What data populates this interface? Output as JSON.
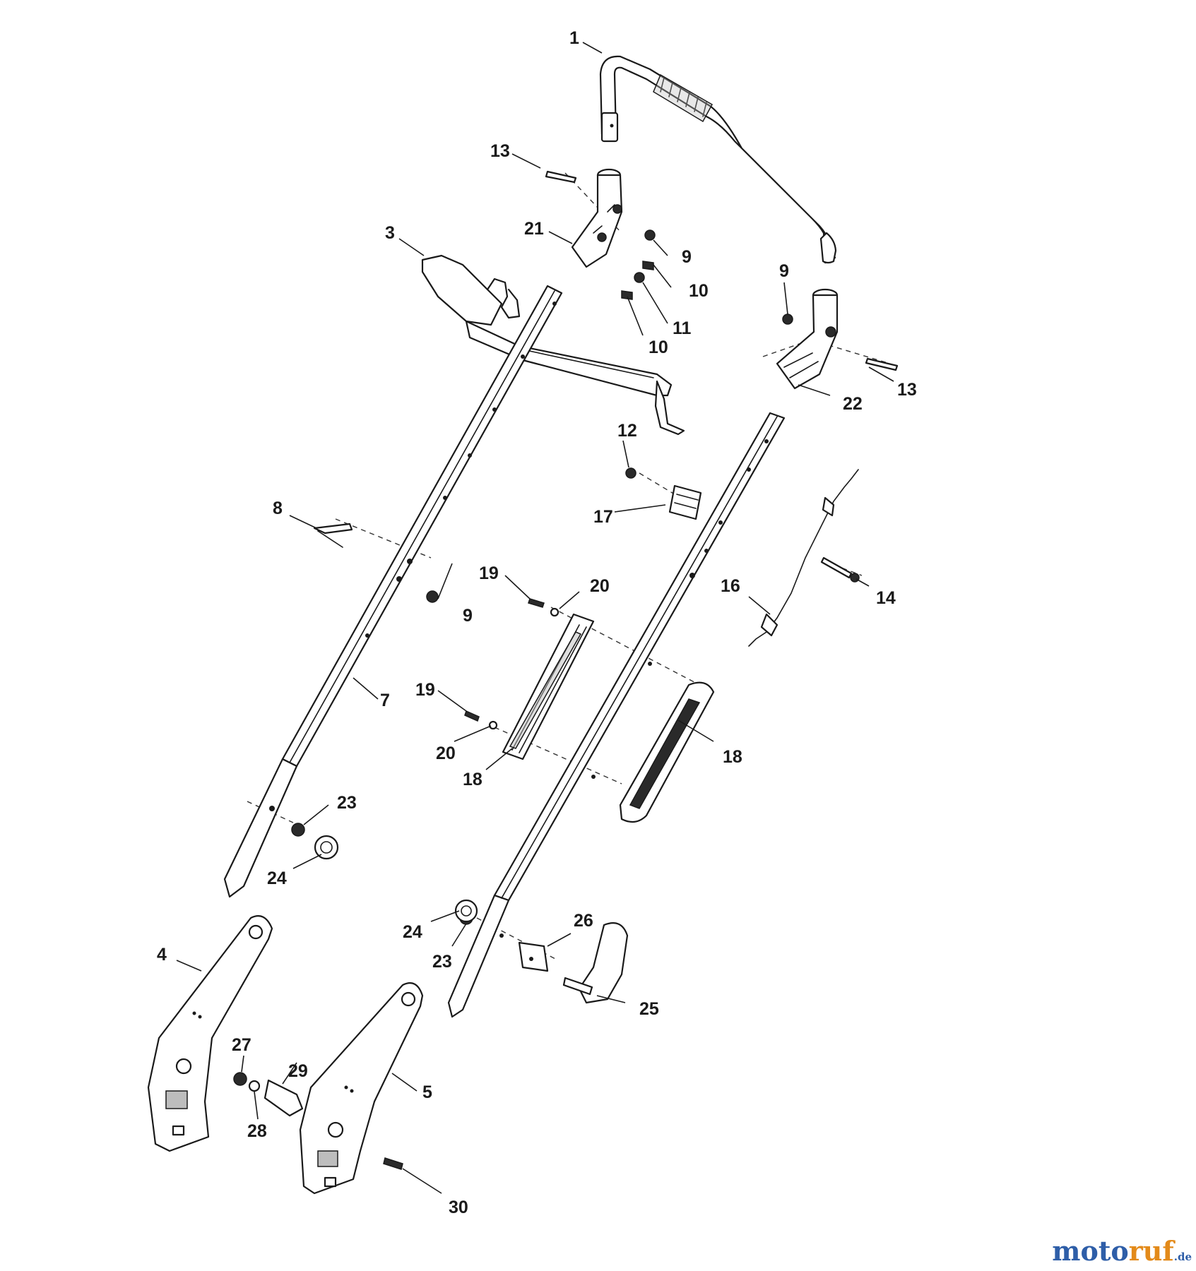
{
  "diagram": {
    "callouts": [
      {
        "id": "c1",
        "label": "1"
      },
      {
        "id": "c3",
        "label": "3"
      },
      {
        "id": "c4",
        "label": "4"
      },
      {
        "id": "c5",
        "label": "5"
      },
      {
        "id": "c7",
        "label": "7"
      },
      {
        "id": "c8",
        "label": "8"
      },
      {
        "id": "c9a",
        "label": "9"
      },
      {
        "id": "c9b",
        "label": "9"
      },
      {
        "id": "c9c",
        "label": "9"
      },
      {
        "id": "c10a",
        "label": "10"
      },
      {
        "id": "c10b",
        "label": "10"
      },
      {
        "id": "c11",
        "label": "11"
      },
      {
        "id": "c12",
        "label": "12"
      },
      {
        "id": "c13a",
        "label": "13"
      },
      {
        "id": "c13b",
        "label": "13"
      },
      {
        "id": "c14",
        "label": "14"
      },
      {
        "id": "c16",
        "label": "16"
      },
      {
        "id": "c17",
        "label": "17"
      },
      {
        "id": "c18a",
        "label": "18"
      },
      {
        "id": "c18b",
        "label": "18"
      },
      {
        "id": "c19a",
        "label": "19"
      },
      {
        "id": "c19b",
        "label": "19"
      },
      {
        "id": "c20a",
        "label": "20"
      },
      {
        "id": "c20b",
        "label": "20"
      },
      {
        "id": "c21",
        "label": "21"
      },
      {
        "id": "c22",
        "label": "22"
      },
      {
        "id": "c23a",
        "label": "23"
      },
      {
        "id": "c23b",
        "label": "23"
      },
      {
        "id": "c24a",
        "label": "24"
      },
      {
        "id": "c24b",
        "label": "24"
      },
      {
        "id": "c25",
        "label": "25"
      },
      {
        "id": "c26",
        "label": "26"
      },
      {
        "id": "c27",
        "label": "27"
      },
      {
        "id": "c28",
        "label": "28"
      },
      {
        "id": "c29",
        "label": "29"
      },
      {
        "id": "c30",
        "label": "30"
      }
    ]
  },
  "watermark": {
    "part1": "moto",
    "part2": "ruf",
    "suffix": ".de"
  }
}
